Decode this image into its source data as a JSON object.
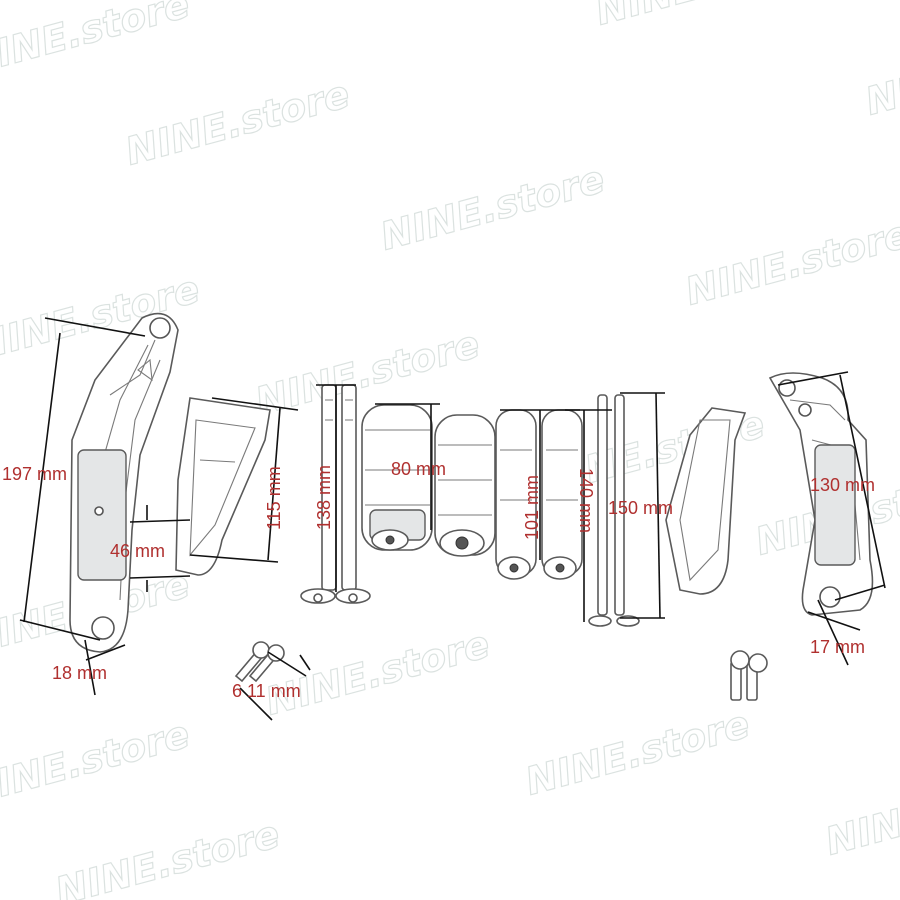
{
  "watermark": "NINE.store",
  "dimensions": {
    "left_frame_height": "197 mm",
    "left_frame_end": "18 mm",
    "left_frame_gap": "46 mm",
    "left_slider_height": "115 mm",
    "long_bolt_length": "138 mm",
    "slider_body_length": "80 mm",
    "short_spacer_length": "101 mm",
    "spacer_length": "140 mm",
    "rod_length": "150 mm",
    "right_frame_height": "130 mm",
    "right_frame_end": "17 mm",
    "small_bolt_size": "6 11 mm"
  }
}
